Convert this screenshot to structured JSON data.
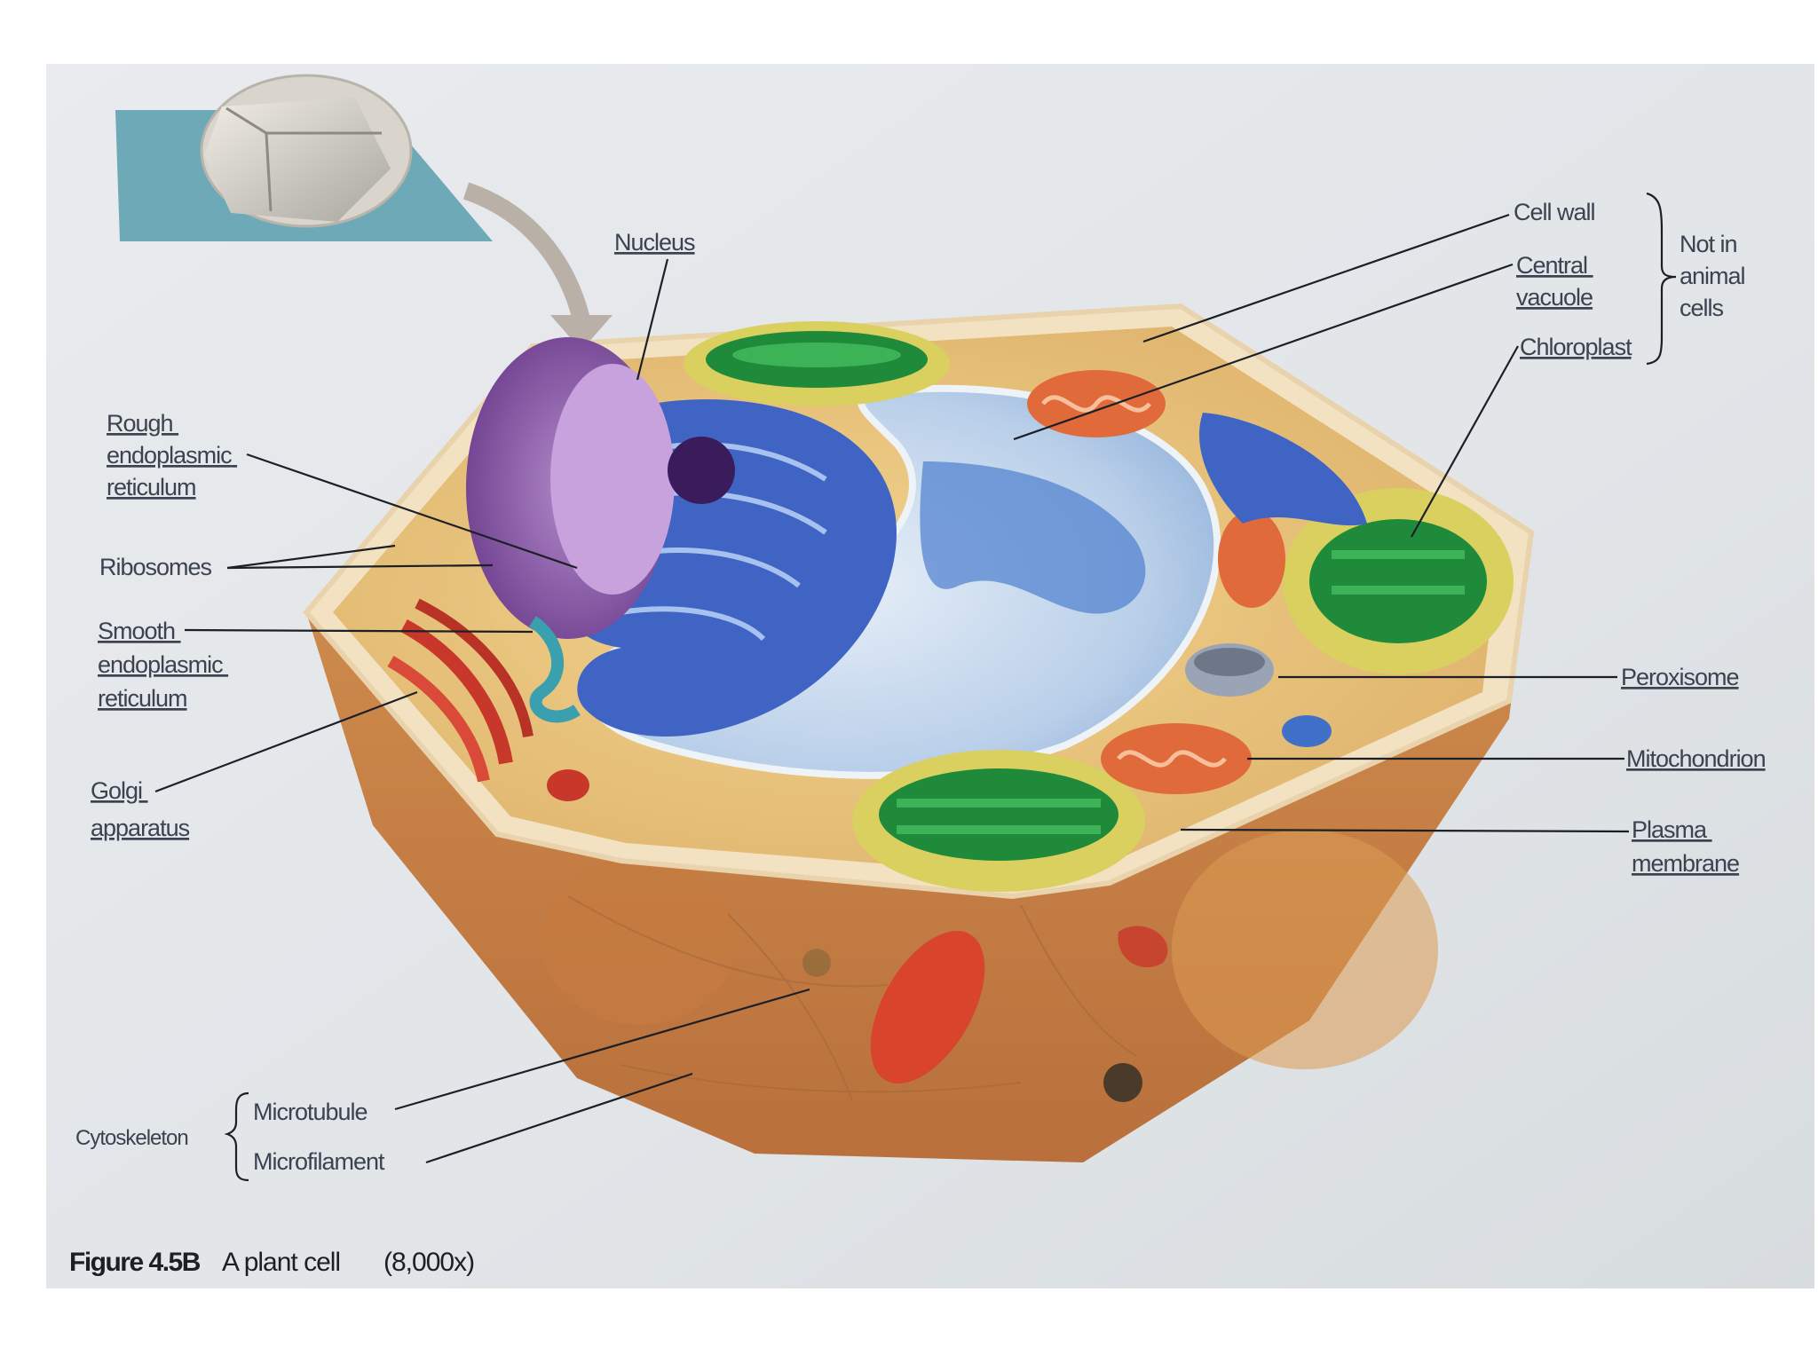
{
  "labels": {
    "nucleus": "Nucleus",
    "rough_er": [
      "Rough",
      "endoplasmic",
      "reticulum"
    ],
    "ribosomes": "Ribosomes",
    "smooth_er": [
      "Smooth",
      "endoplasmic",
      "reticulum"
    ],
    "golgi": [
      "Golgi",
      "apparatus"
    ],
    "cell_wall": "Cell wall",
    "central_vacuole": [
      "Central",
      "vacuole"
    ],
    "chloroplast": "Chloroplast",
    "not_in_animal": [
      "Not in",
      "animal",
      "cells"
    ],
    "peroxisome": "Peroxisome",
    "mitochondrion": "Mitochondrion",
    "plasma_membrane": [
      "Plasma",
      "membrane"
    ],
    "cytoskeleton": "Cytoskeleton",
    "microtubule": "Microtubule",
    "microfilament": "Microfilament"
  },
  "caption": {
    "figure": "Figure 4.5B",
    "title": "A plant cell",
    "magnification": "(8,000x)"
  },
  "colors": {
    "page_background": "#e4e7ea",
    "cell_wall_side": "#c98a4c",
    "cytoplasm": "#e6c27a",
    "nucleus": "#8b5aa8",
    "rough_er": "#3f64c4",
    "central_vacuole": "#a9c4e6",
    "chloroplast_green": "#1f8a3a",
    "chloroplast_envelope": "#d9d060",
    "mitochondrion": "#e06a3a",
    "golgi": "#d04838",
    "peroxisome": "#9aa4b4"
  }
}
